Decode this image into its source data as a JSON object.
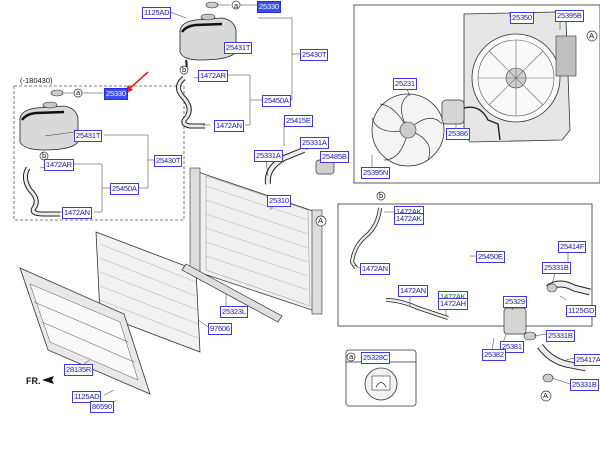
{
  "note": "(-180430)",
  "fr": "FR.",
  "circle_a": "a",
  "circle_b": "b",
  "circle_A": "A",
  "colors": {
    "label_border": "#3b3be0",
    "label_text": "#1a1aa6",
    "highlight_bg": "#3d4cf0",
    "arrow": "#e02020"
  },
  "labels": {
    "l1125ad": "1125AD",
    "l25330_top": "25330",
    "l25431t_top": "25431T",
    "l25430t_top": "25430T",
    "l1472ar_top": "1472AR",
    "l25450a_top": "25450A",
    "l1472an_top": "1472AN",
    "l25330_hl": "25330",
    "l25431t_mid": "25431T",
    "l1472ar_mid": "1472AR",
    "l25430t_mid": "25430T",
    "l25450a_mid": "25450A",
    "l1472an_mid": "1472AN",
    "l25350": "25350",
    "l25395b": "25395B",
    "l25231": "25231",
    "l25386": "25386",
    "l25395n": "25395N",
    "l25415e": "25415E",
    "l25331a_l": "25331A",
    "l25331a_r": "25331A",
    "l25485b": "25485B",
    "l25310": "25310",
    "l1472ak_a": "1472AK",
    "l1472ak_b": "1472AK",
    "l25450e": "25450E",
    "l1472an_b": "1472AN",
    "l1472an_c": "1472AN",
    "l1472ak_g": "1472AK",
    "l1472ah": "1472AH",
    "l25414f": "25414F",
    "l25331b_t": "25331B",
    "l1125gd": "1125GD",
    "l25329": "25329",
    "l25381": "25381",
    "l25382": "25382",
    "l25331b_m": "25331B",
    "l25417a": "25417A",
    "l25331b_b": "25331B",
    "l25323l": "25323L",
    "l97606": "97606",
    "l28135r": "28135R",
    "l1125ad_b": "1125AD",
    "l86590": "86590",
    "l25328c": "25328C"
  }
}
